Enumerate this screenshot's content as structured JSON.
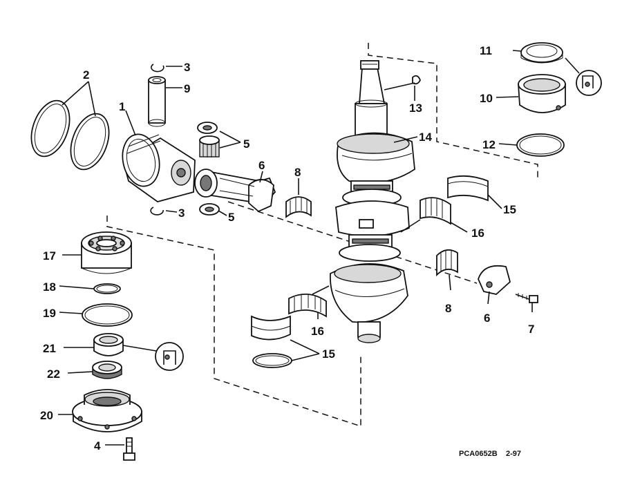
{
  "diagram": {
    "callouts": [
      {
        "id": "c1",
        "text": "1"
      },
      {
        "id": "c2",
        "text": "2"
      },
      {
        "id": "c3a",
        "text": "3"
      },
      {
        "id": "c3b",
        "text": "3"
      },
      {
        "id": "c4",
        "text": "4"
      },
      {
        "id": "c5a",
        "text": "5"
      },
      {
        "id": "c5b",
        "text": "5"
      },
      {
        "id": "c6a",
        "text": "6"
      },
      {
        "id": "c6b",
        "text": "6"
      },
      {
        "id": "c7",
        "text": "7"
      },
      {
        "id": "c8a",
        "text": "8"
      },
      {
        "id": "c8b",
        "text": "8"
      },
      {
        "id": "c9",
        "text": "9"
      },
      {
        "id": "c10",
        "text": "10"
      },
      {
        "id": "c11",
        "text": "11"
      },
      {
        "id": "c12",
        "text": "12"
      },
      {
        "id": "c13",
        "text": "13"
      },
      {
        "id": "c14",
        "text": "14"
      },
      {
        "id": "c15a",
        "text": "15"
      },
      {
        "id": "c15b",
        "text": "15"
      },
      {
        "id": "c16a",
        "text": "16"
      },
      {
        "id": "c16b",
        "text": "16"
      },
      {
        "id": "c17",
        "text": "17"
      },
      {
        "id": "c18",
        "text": "18"
      },
      {
        "id": "c19",
        "text": "19"
      },
      {
        "id": "c20",
        "text": "20"
      },
      {
        "id": "c21",
        "text": "21"
      },
      {
        "id": "c22",
        "text": "22"
      }
    ],
    "drawing_code": "PCA0652B",
    "date_code": "2-97"
  }
}
